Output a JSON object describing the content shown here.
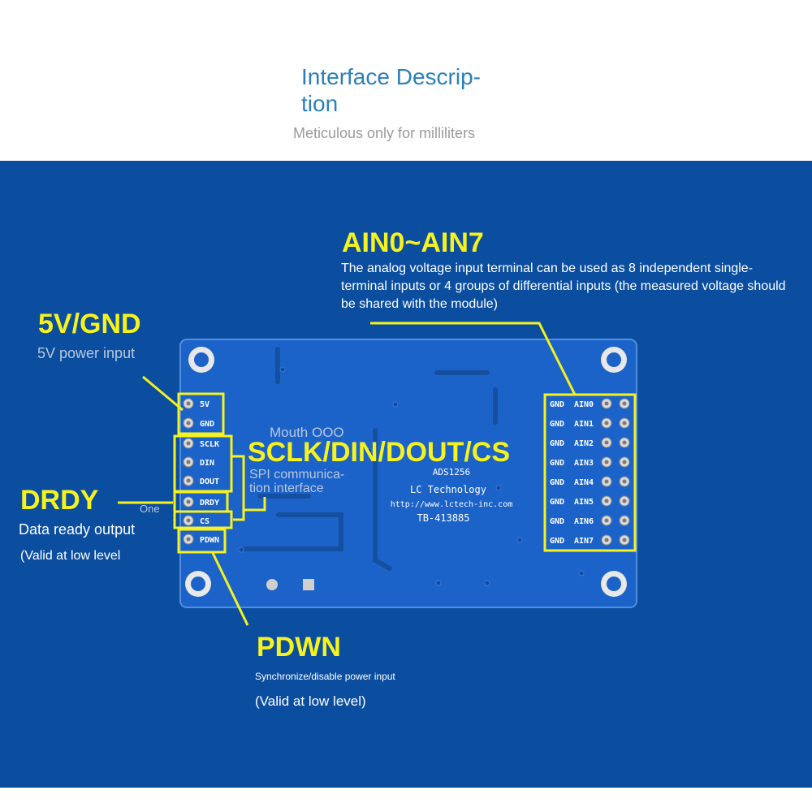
{
  "header": {
    "title": "Interface Descrip-\ntion",
    "subtitle": "Meticulous only for milliliters"
  },
  "board": {
    "chip": "ADS1256",
    "maker": "LC Technology",
    "url": "http://www.lctech-inc.com",
    "model": "TB-413885",
    "left_pins": [
      "5V",
      "GND",
      "SCLK",
      "DIN",
      "DOUT",
      "DRDY",
      "CS",
      "PDWN"
    ],
    "right_pins": [
      {
        "gnd": "GND",
        "ain": "AIN0"
      },
      {
        "gnd": "GND",
        "ain": "AIN1"
      },
      {
        "gnd": "GND",
        "ain": "AIN2"
      },
      {
        "gnd": "GND",
        "ain": "AIN3"
      },
      {
        "gnd": "GND",
        "ain": "AIN4"
      },
      {
        "gnd": "GND",
        "ain": "AIN5"
      },
      {
        "gnd": "GND",
        "ain": "AIN6"
      },
      {
        "gnd": "GND",
        "ain": "AIN7"
      }
    ]
  },
  "callouts": {
    "ain": {
      "title": "AIN0~AIN7",
      "desc": "The analog voltage input terminal can be used as 8 independent single-terminal inputs or 4 groups of differential inputs (the measured voltage should be shared with the module)"
    },
    "power": {
      "title": "5V/GND",
      "desc": "5V power input"
    },
    "spi": {
      "small": "Mouth OOO",
      "title": "SCLK/DIN/DOUT/CS",
      "desc": "SPI communica-\ntion interface"
    },
    "drdy": {
      "title": "DRDY",
      "tag": "One",
      "desc": "Data ready output",
      "note": "(Valid at low level"
    },
    "pdwn": {
      "title": "PDWN",
      "desc": "Synchronize/disable power input",
      "note": "(Valid at low level)"
    }
  },
  "colors": {
    "background": "#0b4ea0",
    "pcb": "#1c63c9",
    "highlight": "#f6f21e",
    "title": "#2b7fb8"
  }
}
